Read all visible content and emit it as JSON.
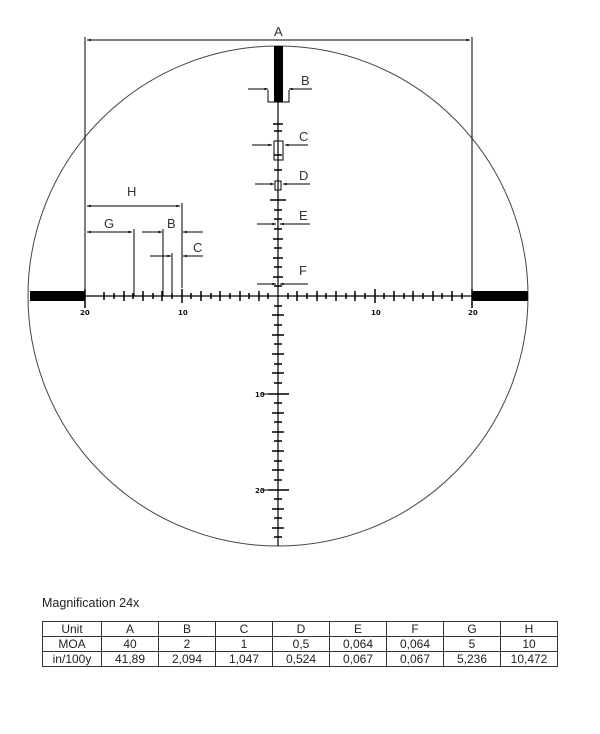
{
  "diagram": {
    "labels": {
      "A": "A",
      "B": "B",
      "C": "C",
      "D": "D",
      "E": "E",
      "F": "F",
      "G": "G",
      "H": "H"
    },
    "horizontal_numbers": {
      "left_20": "20",
      "left_10": "10",
      "right_10": "10",
      "right_20": "20"
    },
    "vertical_numbers": {
      "down_10": "10",
      "down_20": "20"
    }
  },
  "caption": "Magnification 24x",
  "table": {
    "header": [
      "Unit",
      "A",
      "B",
      "C",
      "D",
      "E",
      "F",
      "G",
      "H"
    ],
    "rows": [
      [
        "MOA",
        "40",
        "2",
        "1",
        "0,5",
        "0,064",
        "0,064",
        "5",
        "10"
      ],
      [
        "in/100y",
        "41,89",
        "2,094",
        "1,047",
        "0,524",
        "0,067",
        "0,067",
        "5,236",
        "10,472"
      ]
    ]
  }
}
